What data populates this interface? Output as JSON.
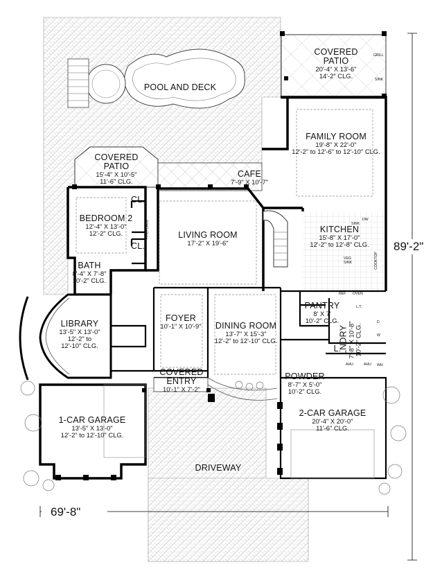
{
  "rooms": {
    "pool": {
      "name": "POOL AND DECK"
    },
    "covered_patio_right": {
      "name": "COVERED PATIO",
      "size": "20'-4\" X 13'-6\"",
      "ceiling": "14'-2\" CLG."
    },
    "family_room": {
      "name": "FAMILY ROOM",
      "size": "19'-8\" X 22'-0\"",
      "ceiling": "12'-2\" to 12'-6\" to 12'-10\" CLG."
    },
    "covered_patio_left": {
      "name": "COVERED PATIO",
      "size": "15'-4\" X 10'-5\"",
      "ceiling": "11'-6\" CLG."
    },
    "cafe": {
      "name": "CAFE",
      "size": "7'-9\" X 10'-7\""
    },
    "bedroom2": {
      "name": "BEDROOM 2",
      "size": "12'-4\" X 13'-0\"",
      "ceiling": "12'-2\" CLG."
    },
    "closet_top": {
      "name": "CL."
    },
    "closet_bottom": {
      "name": "CL."
    },
    "living_room": {
      "name": "LIVING ROOM",
      "size": "17'-2\" X 19'-6\""
    },
    "kitchen": {
      "name": "KITCHEN",
      "size": "15'-8\" X 17'-0\"",
      "ceiling": "12'-2\" to 12'-8\" CLG."
    },
    "bath": {
      "name": "BATH",
      "size": "8'-4\" X 7'-8\"",
      "ceiling": "10'-2\" CLG."
    },
    "library": {
      "name": "LIBRARY",
      "size": "13'-5\" X 13'-0\"",
      "ceiling1": "12'-2\" to",
      "ceiling2": "12'-10\" CLG."
    },
    "foyer": {
      "name": "FOYER",
      "size": "10'-1\" X 10'-9\""
    },
    "dining_room": {
      "name": "DINING ROOM",
      "size": "13'-7\" X 15'-3\"",
      "ceiling": "12'-2\" to 12'-10\" CLG."
    },
    "pantry": {
      "name": "PANTRY",
      "size": "8' X 7'",
      "ceiling": "10'-2\" CLG."
    },
    "laundry": {
      "name": "LNDRY",
      "size": "7'-8\" X 10'-8\"",
      "ceiling": "10'-2\" CLG."
    },
    "linen": {
      "name": "L."
    },
    "covered_entry": {
      "name": "COVERED ENTRY",
      "size": "10'-1\" X 7'-2\""
    },
    "powder": {
      "name": "POWDER",
      "size": "8'-7\" X 5'-0\"",
      "ceiling": "10'-2\" CLG."
    },
    "garage1": {
      "name": "1-CAR GARAGE",
      "size": "13'-5\" X 13'-0\"",
      "ceiling": "12'-2\" to 12'-10\" CLG."
    },
    "garage2": {
      "name": "2-CAR GARAGE",
      "size": "20'-4\" X 20'-0\"",
      "ceiling": "11'-6\" CLG."
    },
    "driveway": {
      "name": "DRIVEWAY"
    }
  },
  "fixtures": {
    "grill": "GRILL",
    "sink": "SINK",
    "dw": "DW",
    "veg_sink": "VEG SINK",
    "cooktop": "COOKTOP",
    "ref": "REF",
    "oven": "OVEN",
    "fireplace": "FIREPLACE",
    "lt": "L.T.",
    "ahu1": "AHU",
    "ahu2": "AHU",
    "wh": "WH",
    "dryer": "D",
    "washer": "W"
  },
  "dimensions": {
    "width": "69'-8\"",
    "depth": "89'-2\""
  }
}
